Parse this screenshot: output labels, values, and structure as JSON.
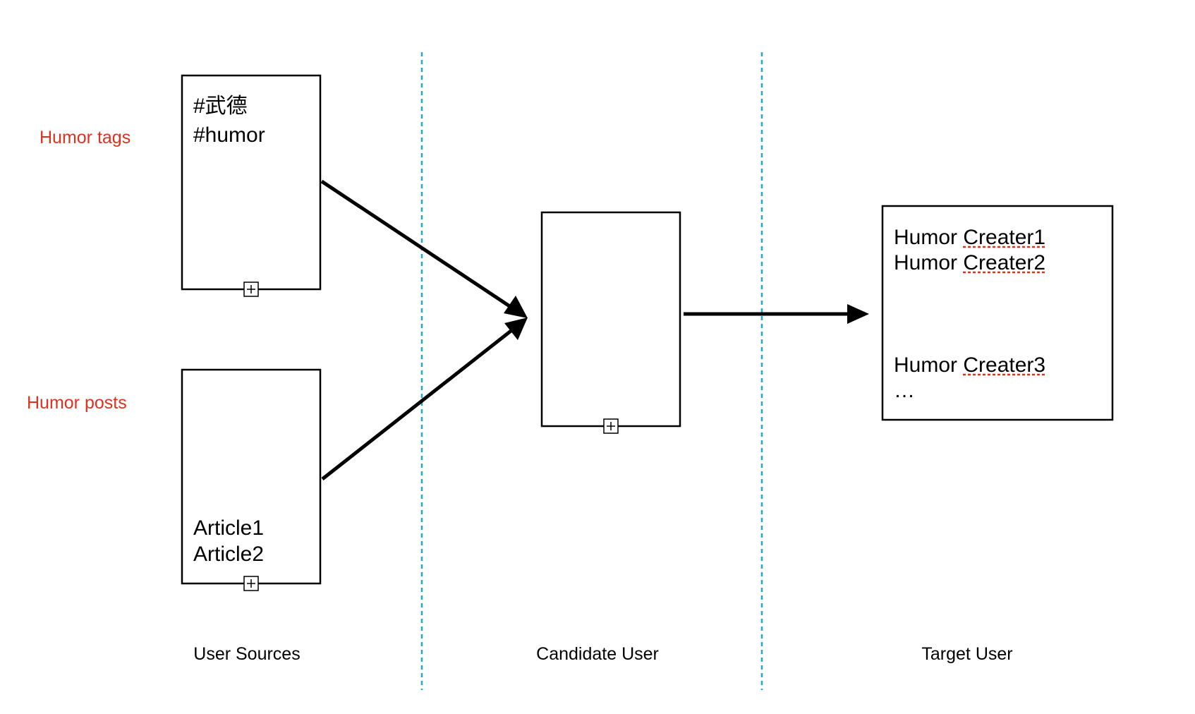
{
  "row_labels": {
    "tags": "Humor tags",
    "posts": "Humor posts"
  },
  "tags_box": {
    "lines": [
      "#武德",
      "#humor"
    ]
  },
  "posts_box": {
    "lines": [
      "Article1",
      "Article2"
    ]
  },
  "target_box": {
    "lines": [
      "Humor Creater1",
      "Humor Creater2",
      "Humor Creater3",
      "…"
    ]
  },
  "columns": {
    "sources": "User Sources",
    "candidate": "Candidate User",
    "target": "Target User"
  },
  "colors": {
    "label_red": "#e0301e",
    "divider_cyan": "#1fa8c9",
    "stroke": "#000000",
    "spellcheck_red": "#e0301e"
  }
}
